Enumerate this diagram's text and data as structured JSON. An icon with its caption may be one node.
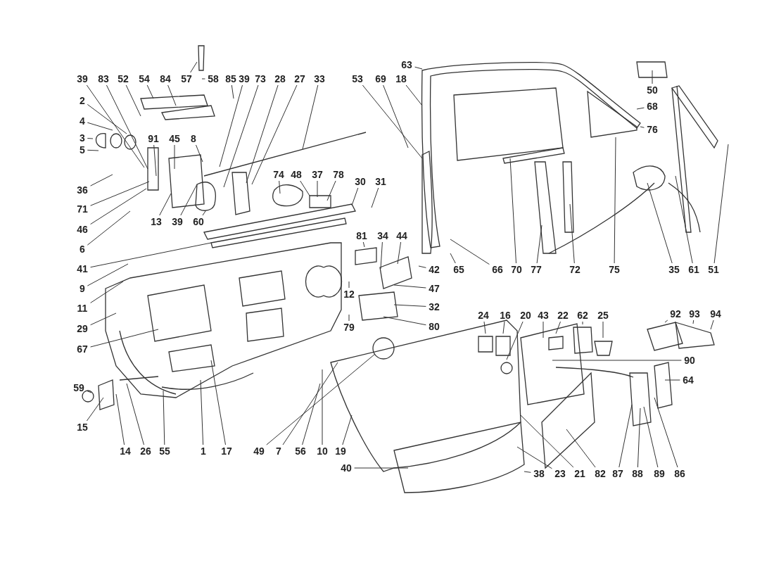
{
  "diagram": {
    "nodes": [
      {
        "text": [
          "39"
        ]
      },
      {
        "text": [
          "83"
        ]
      },
      {
        "text": [
          "52"
        ]
      },
      {
        "text": [
          "54"
        ]
      },
      {
        "text": [
          "84"
        ]
      },
      {
        "text": [
          "57"
        ]
      },
      {
        "text": [
          "58"
        ]
      },
      {
        "text": [
          "85"
        ]
      },
      {
        "text": [
          "39"
        ]
      },
      {
        "text": [
          "73"
        ]
      },
      {
        "text": [
          "28"
        ]
      },
      {
        "text": [
          "27"
        ]
      },
      {
        "text": [
          "33"
        ]
      },
      {
        "text": [
          "53"
        ]
      },
      {
        "text": [
          "69"
        ]
      },
      {
        "text": [
          "18"
        ]
      },
      {
        "text": [
          "63"
        ]
      },
      {
        "text": [
          "2"
        ]
      },
      {
        "text": [
          "4"
        ]
      },
      {
        "text": [
          "3"
        ]
      },
      {
        "text": [
          "5"
        ]
      },
      {
        "text": [
          "36"
        ]
      },
      {
        "text": [
          "71"
        ]
      },
      {
        "text": [
          "46"
        ]
      },
      {
        "text": [
          "6"
        ]
      },
      {
        "text": [
          "41"
        ]
      },
      {
        "text": [
          "9"
        ]
      },
      {
        "text": [
          "11"
        ]
      },
      {
        "text": [
          "29"
        ]
      },
      {
        "text": [
          "67"
        ]
      },
      {
        "text": [
          "59"
        ]
      },
      {
        "text": [
          "15"
        ]
      },
      {
        "text": [
          "91"
        ]
      },
      {
        "text": [
          "45"
        ]
      },
      {
        "text": [
          "8"
        ]
      },
      {
        "text": [
          "13"
        ]
      },
      {
        "text": [
          "39"
        ]
      },
      {
        "text": [
          "60"
        ]
      },
      {
        "text": [
          "74"
        ]
      },
      {
        "text": [
          "48"
        ]
      },
      {
        "text": [
          "37"
        ]
      },
      {
        "text": [
          "78"
        ]
      },
      {
        "text": [
          "30"
        ]
      },
      {
        "text": [
          "31"
        ]
      },
      {
        "text": [
          "81"
        ]
      },
      {
        "text": [
          "34"
        ]
      },
      {
        "text": [
          "44"
        ]
      },
      {
        "text": [
          "12"
        ]
      },
      {
        "text": [
          "79"
        ]
      },
      {
        "text": [
          "42"
        ]
      },
      {
        "text": [
          "65"
        ]
      },
      {
        "text": [
          "66"
        ]
      },
      {
        "text": [
          "70"
        ]
      },
      {
        "text": [
          "77"
        ]
      },
      {
        "text": [
          "72"
        ]
      },
      {
        "text": [
          "75"
        ]
      },
      {
        "text": [
          "35"
        ]
      },
      {
        "text": [
          "61"
        ]
      },
      {
        "text": [
          "51"
        ]
      },
      {
        "text": [
          "47"
        ]
      },
      {
        "text": [
          "32"
        ]
      },
      {
        "text": [
          "80"
        ]
      },
      {
        "text": [
          "50"
        ]
      },
      {
        "text": [
          "68"
        ]
      },
      {
        "text": [
          "76"
        ]
      },
      {
        "text": [
          "14"
        ]
      },
      {
        "text": [
          "26"
        ]
      },
      {
        "text": [
          "55"
        ]
      },
      {
        "text": [
          "1"
        ]
      },
      {
        "text": [
          "17"
        ]
      },
      {
        "text": [
          "49"
        ]
      },
      {
        "text": [
          "7"
        ]
      },
      {
        "text": [
          "56"
        ]
      },
      {
        "text": [
          "10"
        ]
      },
      {
        "text": [
          "19"
        ]
      },
      {
        "text": [
          "40"
        ]
      },
      {
        "text": [
          "38"
        ]
      },
      {
        "text": [
          "23"
        ]
      },
      {
        "text": [
          "21"
        ]
      },
      {
        "text": [
          "82"
        ]
      },
      {
        "text": [
          "87"
        ]
      },
      {
        "text": [
          "88"
        ]
      },
      {
        "text": [
          "89"
        ]
      },
      {
        "text": [
          "86"
        ]
      },
      {
        "text": [
          "24"
        ]
      },
      {
        "text": [
          "16"
        ]
      },
      {
        "text": [
          "20"
        ]
      },
      {
        "text": [
          "43"
        ]
      },
      {
        "text": [
          "22"
        ]
      },
      {
        "text": [
          "62"
        ]
      },
      {
        "text": [
          "25"
        ]
      },
      {
        "text": [
          "92"
        ]
      },
      {
        "text": [
          "93"
        ]
      },
      {
        "text": [
          "94"
        ]
      },
      {
        "text": [
          "90"
        ]
      },
      {
        "text": [
          "64"
        ]
      }
    ],
    "edges": [
      {
        "from": 0,
        "to": null,
        "arrow": "none"
      },
      {
        "from": 1,
        "to": null,
        "arrow": "none"
      },
      {
        "from": 2,
        "to": null,
        "arrow": "none"
      },
      {
        "from": 3,
        "to": null,
        "arrow": "none"
      },
      {
        "from": 4,
        "to": null,
        "arrow": "none"
      },
      {
        "from": 5,
        "to": null,
        "arrow": "none"
      },
      {
        "from": 6,
        "to": null,
        "arrow": "none"
      },
      {
        "from": 7,
        "to": null,
        "arrow": "none"
      },
      {
        "from": 8,
        "to": null,
        "arrow": "none"
      },
      {
        "from": 9,
        "to": null,
        "arrow": "none"
      },
      {
        "from": 10,
        "to": null,
        "arrow": "none"
      },
      {
        "from": 11,
        "to": null,
        "arrow": "none"
      },
      {
        "from": 12,
        "to": null,
        "arrow": "none"
      },
      {
        "from": 13,
        "to": null,
        "arrow": "none"
      },
      {
        "from": 14,
        "to": null,
        "arrow": "none"
      },
      {
        "from": 15,
        "to": null,
        "arrow": "none"
      },
      {
        "from": 16,
        "to": null,
        "arrow": "none"
      },
      {
        "from": 17,
        "to": null,
        "arrow": "none"
      },
      {
        "from": 18,
        "to": null,
        "arrow": "none"
      },
      {
        "from": 19,
        "to": null,
        "arrow": "none"
      },
      {
        "from": 20,
        "to": null,
        "arrow": "none"
      },
      {
        "from": 21,
        "to": null,
        "arrow": "none"
      },
      {
        "from": 22,
        "to": null,
        "arrow": "none"
      },
      {
        "from": 23,
        "to": null,
        "arrow": "none"
      },
      {
        "from": 24,
        "to": null,
        "arrow": "none"
      },
      {
        "from": 25,
        "to": null,
        "arrow": "none"
      },
      {
        "from": 26,
        "to": null,
        "arrow": "none"
      },
      {
        "from": 27,
        "to": null,
        "arrow": "none"
      },
      {
        "from": 28,
        "to": null,
        "arrow": "none"
      },
      {
        "from": 29,
        "to": null,
        "arrow": "none"
      },
      {
        "from": 30,
        "to": null,
        "arrow": "none"
      },
      {
        "from": 31,
        "to": null,
        "arrow": "none"
      },
      {
        "from": 32,
        "to": null,
        "arrow": "none"
      },
      {
        "from": 33,
        "to": null,
        "arrow": "none"
      },
      {
        "from": 34,
        "to": null,
        "arrow": "none"
      },
      {
        "from": 35,
        "to": null,
        "arrow": "none"
      },
      {
        "from": 36,
        "to": null,
        "arrow": "none"
      },
      {
        "from": 37,
        "to": null,
        "arrow": "none"
      },
      {
        "from": 38,
        "to": null,
        "arrow": "none"
      },
      {
        "from": 39,
        "to": null,
        "arrow": "none"
      },
      {
        "from": 40,
        "to": null,
        "arrow": "none"
      },
      {
        "from": 41,
        "to": null,
        "arrow": "none"
      },
      {
        "from": 42,
        "to": null,
        "arrow": "none"
      },
      {
        "from": 43,
        "to": null,
        "arrow": "none"
      },
      {
        "from": 44,
        "to": null,
        "arrow": "none"
      },
      {
        "from": 45,
        "to": null,
        "arrow": "none"
      },
      {
        "from": 46,
        "to": null,
        "arrow": "none"
      },
      {
        "from": 47,
        "to": null,
        "arrow": "none"
      },
      {
        "from": 48,
        "to": null,
        "arrow": "none"
      },
      {
        "from": 49,
        "to": null,
        "arrow": "none"
      },
      {
        "from": 50,
        "to": null,
        "arrow": "none"
      },
      {
        "from": 51,
        "to": null,
        "arrow": "none"
      },
      {
        "from": 52,
        "to": null,
        "arrow": "none"
      },
      {
        "from": 53,
        "to": null,
        "arrow": "none"
      },
      {
        "from": 54,
        "to": null,
        "arrow": "none"
      },
      {
        "from": 55,
        "to": null,
        "arrow": "none"
      },
      {
        "from": 56,
        "to": null,
        "arrow": "none"
      },
      {
        "from": 57,
        "to": null,
        "arrow": "none"
      },
      {
        "from": 58,
        "to": null,
        "arrow": "none"
      },
      {
        "from": 59,
        "to": null,
        "arrow": "none"
      },
      {
        "from": 60,
        "to": null,
        "arrow": "none"
      },
      {
        "from": 61,
        "to": null,
        "arrow": "none"
      },
      {
        "from": 62,
        "to": null,
        "arrow": "none"
      },
      {
        "from": 63,
        "to": null,
        "arrow": "none"
      },
      {
        "from": 64,
        "to": null,
        "arrow": "none"
      },
      {
        "from": 65,
        "to": null,
        "arrow": "none"
      },
      {
        "from": 66,
        "to": null,
        "arrow": "none"
      },
      {
        "from": 67,
        "to": null,
        "arrow": "none"
      },
      {
        "from": 68,
        "to": null,
        "arrow": "none"
      },
      {
        "from": 69,
        "to": null,
        "arrow": "none"
      },
      {
        "from": 70,
        "to": null,
        "arrow": "none"
      },
      {
        "from": 71,
        "to": null,
        "arrow": "none"
      },
      {
        "from": 72,
        "to": null,
        "arrow": "none"
      },
      {
        "from": 73,
        "to": null,
        "arrow": "none"
      },
      {
        "from": 74,
        "to": null,
        "arrow": "none"
      },
      {
        "from": 75,
        "to": null,
        "arrow": "none"
      },
      {
        "from": 76,
        "to": null,
        "arrow": "none"
      },
      {
        "from": 77,
        "to": null,
        "arrow": "none"
      },
      {
        "from": 78,
        "to": null,
        "arrow": "none"
      },
      {
        "from": 79,
        "to": null,
        "arrow": "none"
      },
      {
        "from": 80,
        "to": null,
        "arrow": "none"
      },
      {
        "from": 81,
        "to": null,
        "arrow": "none"
      },
      {
        "from": 82,
        "to": null,
        "arrow": "none"
      },
      {
        "from": 83,
        "to": null,
        "arrow": "none"
      },
      {
        "from": 84,
        "to": null,
        "arrow": "none"
      },
      {
        "from": 85,
        "to": null,
        "arrow": "none"
      },
      {
        "from": 86,
        "to": null,
        "arrow": "none"
      },
      {
        "from": 87,
        "to": null,
        "arrow": "none"
      },
      {
        "from": 88,
        "to": null,
        "arrow": "none"
      },
      {
        "from": 89,
        "to": null,
        "arrow": "none"
      },
      {
        "from": 90,
        "to": null,
        "arrow": "none"
      },
      {
        "from": 91,
        "to": null,
        "arrow": "none"
      },
      {
        "from": 92,
        "to": null,
        "arrow": "none"
      },
      {
        "from": 93,
        "to": null,
        "arrow": "none"
      },
      {
        "from": 94,
        "to": null,
        "arrow": "none"
      },
      {
        "from": 95,
        "to": null,
        "arrow": "none"
      }
    ]
  }
}
